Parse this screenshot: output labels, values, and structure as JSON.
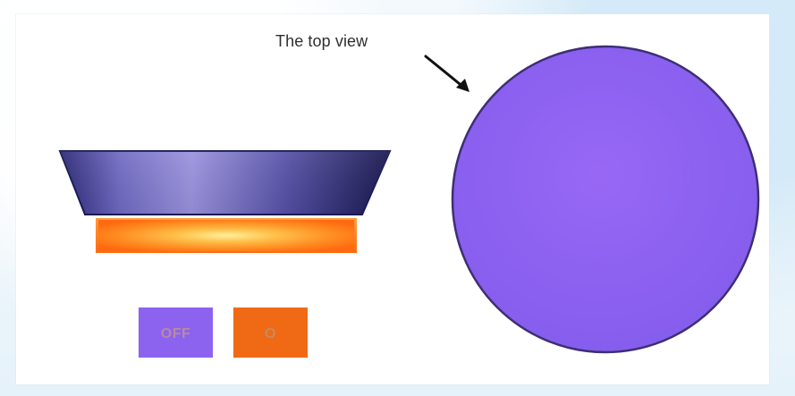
{
  "label": {
    "text": "The top view"
  },
  "buttons": {
    "off": "OFF",
    "on": "O"
  },
  "colors": {
    "background": "#eaf4fb",
    "panel": "#ffffff",
    "circle": "#8c63ef",
    "circleStroke": "#3d2f73",
    "trayDark": "#1b1a55",
    "trayLight": "#8f87d8",
    "heaterOrange": "#ff7a15",
    "heaterGlow": "#ffe27a",
    "offButton": "#8c63ef",
    "onButton": "#f06a17"
  }
}
